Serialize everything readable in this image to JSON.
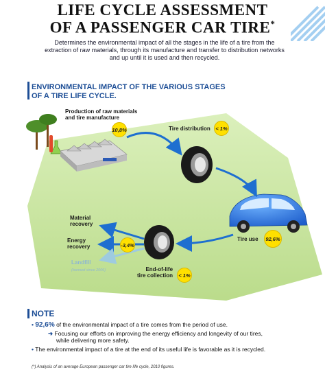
{
  "header": {
    "title_line1": "LIFE CYCLE ASSESSMENT",
    "title_line2": "OF A PASSENGER CAR TIRE",
    "title_star": "*",
    "description": "Determines the environmental impact of all the stages in the life of a tire from the extraction of raw materials, through its manufacture and transfer to distribution networks and up until it is used and then recycled."
  },
  "section": {
    "heading_line1": "ENVIRONMENTAL IMPACT OF THE VARIOUS STAGES",
    "heading_line2": "OF A TIRE LIFE CYCLE."
  },
  "stages": {
    "production": {
      "label_line1": "Production of raw materials",
      "label_line2": "and tire manufacture",
      "value": "10,8%"
    },
    "distribution": {
      "label": "Tire distribution",
      "value": "< 1%"
    },
    "use": {
      "label": "Tire use",
      "value": "92,6%"
    },
    "end_of_life": {
      "label_line1": "End-of-life",
      "label_line2": "tire collection",
      "value": "< 1%"
    },
    "recovery": {
      "value": "-3,4%",
      "material_line1": "Material",
      "material_line2": "recovery",
      "energy_line1": "Energy",
      "energy_line2": "recovery",
      "landfill": "Landfill",
      "landfill_note": "(banned since 2006)"
    }
  },
  "colors": {
    "accent_blue": "#1d4e96",
    "badge_yellow": "#ffe000",
    "ground_green": "#c6e39b",
    "arrow_blue": "#1e6fd0"
  },
  "note": {
    "title": "NOTE",
    "item1_pct": "92,6%",
    "item1_text": " of the environmental impact of a tire comes from the period of use.",
    "item1_sub_line1": "Focusing our efforts on improving the energy efficiency and longevity of our tires,",
    "item1_sub_line2": "while delivering more safety.",
    "item2_line1": "The environmental impact of a tire at the end of its useful life is favorable as it is recycled.",
    "bullet": "•",
    "arrow": "➜",
    "footnote": "(*) Analysis of an average European passenger car tire life cycle, 2010 figures."
  }
}
